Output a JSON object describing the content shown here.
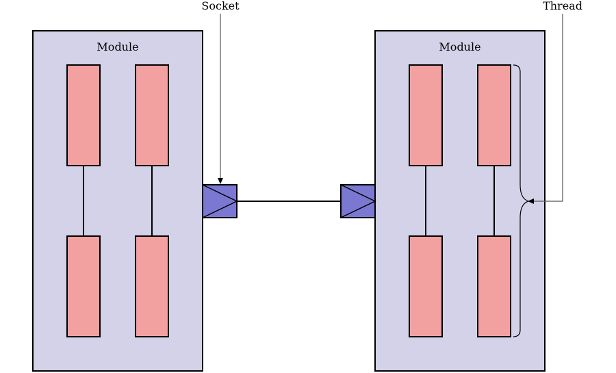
{
  "labels": {
    "socket": "Socket",
    "thread": "Thread"
  },
  "modules": [
    {
      "title": "Module"
    },
    {
      "title": "Module"
    }
  ],
  "colors": {
    "module_fill": "#d4d2e8",
    "thread_fill": "#f2a0a0",
    "socket_fill": "#7b78d2",
    "stroke": "#000000",
    "pointer": "#555555"
  }
}
